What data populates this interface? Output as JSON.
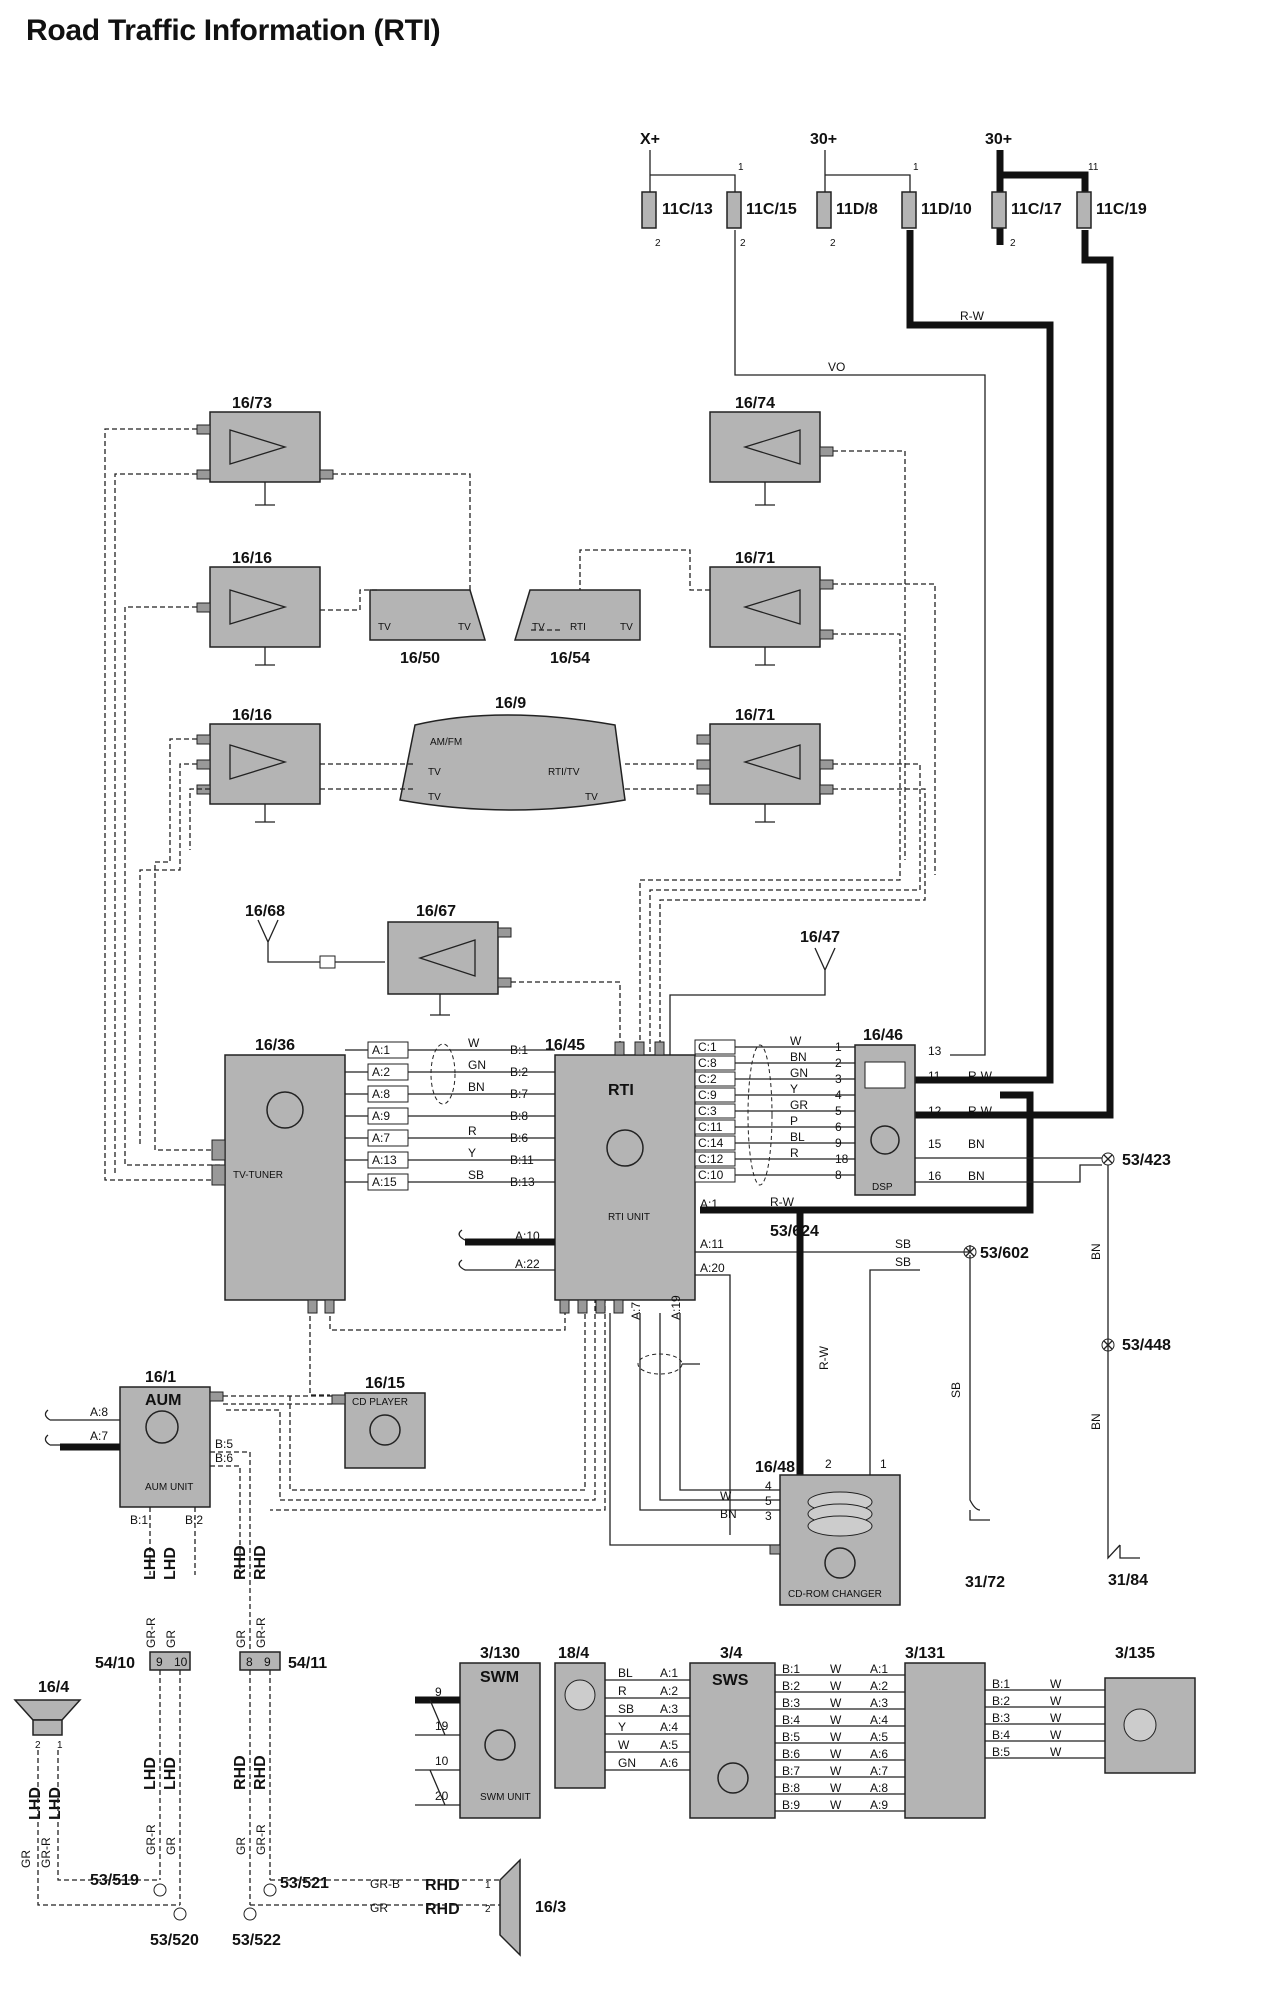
{
  "title": "Road Traffic Information (RTI)",
  "supply": {
    "x_plus": "X+",
    "b30a": "30+",
    "b30b": "30+",
    "fuses": [
      "11C/13",
      "11C/15",
      "11D/8",
      "11D/10",
      "11C/17",
      "11C/19"
    ],
    "n1": "1",
    "n11": "11",
    "n2": "2"
  },
  "wires": {
    "rw": "R-W",
    "vo": "VO",
    "sb": "SB",
    "bn": "BN",
    "w": "W",
    "gr_b": "GR-B",
    "gr": "GR",
    "gr_r": "GR-R"
  },
  "components": {
    "c1673": "16/73",
    "c1674": "16/74",
    "c1616a": "16/16",
    "c1671a": "16/71",
    "c1650": "16/50",
    "c1654": "16/54",
    "c1616b": "16/16",
    "c169": "16/9",
    "c1671b": "16/71",
    "c1668": "16/68",
    "c1667": "16/67",
    "c1647": "16/47",
    "c1636": "16/36",
    "c1645": "16/45",
    "c1646": "16/46",
    "c161": "16/1",
    "c1615": "16/15",
    "c1648": "16/48",
    "c164": "16/4",
    "c163": "16/3",
    "c3130": "3/130",
    "c184": "18/4",
    "c34": "3/4",
    "c3131": "3/131",
    "c3135": "3/135"
  },
  "inner": {
    "tv": "TV",
    "rti": "RTI",
    "amfm": "AM/FM",
    "rtitv": "RTI/TV",
    "tvtuner": "TV-TUNER",
    "rti_main": "RTI",
    "aum": "AUM",
    "swm": "SWM",
    "sws": "SWS",
    "cdchanger": "CD-ROM CHANGER",
    "rti_unit": "RTI UNIT",
    "aum_unit": "AUM UNIT",
    "swm_unit": "SWM UNIT",
    "dsp": "DSP",
    "cd_player": "CD PLAYER"
  },
  "pins_3645_left": [
    "A:1",
    "A:2",
    "A:8",
    "A:9",
    "A:7",
    "A:13",
    "A:15"
  ],
  "pins_3645_colors": [
    "W",
    "GN",
    "BN",
    "",
    "R",
    "Y",
    "SB"
  ],
  "pins_4536_right": [
    "B:1",
    "B:2",
    "B:7",
    "B:8",
    "B:6",
    "B:11",
    "B:13"
  ],
  "pins_4546_c": [
    "C:1",
    "C:8",
    "C:2",
    "C:9",
    "C:3",
    "C:11",
    "C:14",
    "C:12",
    "C:10"
  ],
  "pins_4546_colors": [
    "W",
    "BN",
    "GN",
    "Y",
    "GR",
    "P",
    "BL",
    "R",
    ""
  ],
  "pins_4546_nums": [
    "1",
    "2",
    "3",
    "4",
    "5",
    "6",
    "9",
    "18",
    "8"
  ],
  "pins_1645_misc": [
    "A:10",
    "A:22",
    "A:1",
    "A:11",
    "A:20",
    "A:7",
    "A:19"
  ],
  "pins_1646_right": [
    "13",
    "11",
    "12",
    "15",
    "16"
  ],
  "pins_161": [
    "A:8",
    "A:7",
    "B:5",
    "B:6",
    "B:1",
    "B:2"
  ],
  "pins_1648": [
    "4",
    "5",
    "3",
    "2",
    "1"
  ],
  "grounds": {
    "g53423": "53/423",
    "g53624": "53/624",
    "g53602": "53/602",
    "g53448": "53/448",
    "g3172": "31/72",
    "g3184": "31/84",
    "g53519": "53/519",
    "g53520": "53/520",
    "g53521": "53/521",
    "g53522": "53/522",
    "g5410": "54/10",
    "g5411": "54/11"
  },
  "sides": {
    "lhd": "LHD",
    "rhd": "RHD"
  },
  "conn5410": [
    "9",
    "10"
  ],
  "conn5411": [
    "8",
    "9"
  ],
  "swm_pins": [
    "9",
    "19",
    "10",
    "20"
  ],
  "sw_bus_colors": [
    "BL",
    "R",
    "SB",
    "Y",
    "W",
    "GN"
  ],
  "sw_a_pins": [
    "A:1",
    "A:2",
    "A:3",
    "A:4",
    "A:5",
    "A:6"
  ],
  "sws_b_pins": [
    "B:1",
    "B:2",
    "B:3",
    "B:4",
    "B:5",
    "B:6",
    "B:7",
    "B:8",
    "B:9"
  ],
  "sws_a2_pins": [
    "A:1",
    "A:2",
    "A:3",
    "A:4",
    "A:5",
    "A:6",
    "A:7",
    "A:8",
    "A:9"
  ],
  "sw3131_b_pins": [
    "B:1",
    "B:2",
    "B:3",
    "B:4",
    "B:5"
  ],
  "spk_pins": [
    "2",
    "1"
  ]
}
